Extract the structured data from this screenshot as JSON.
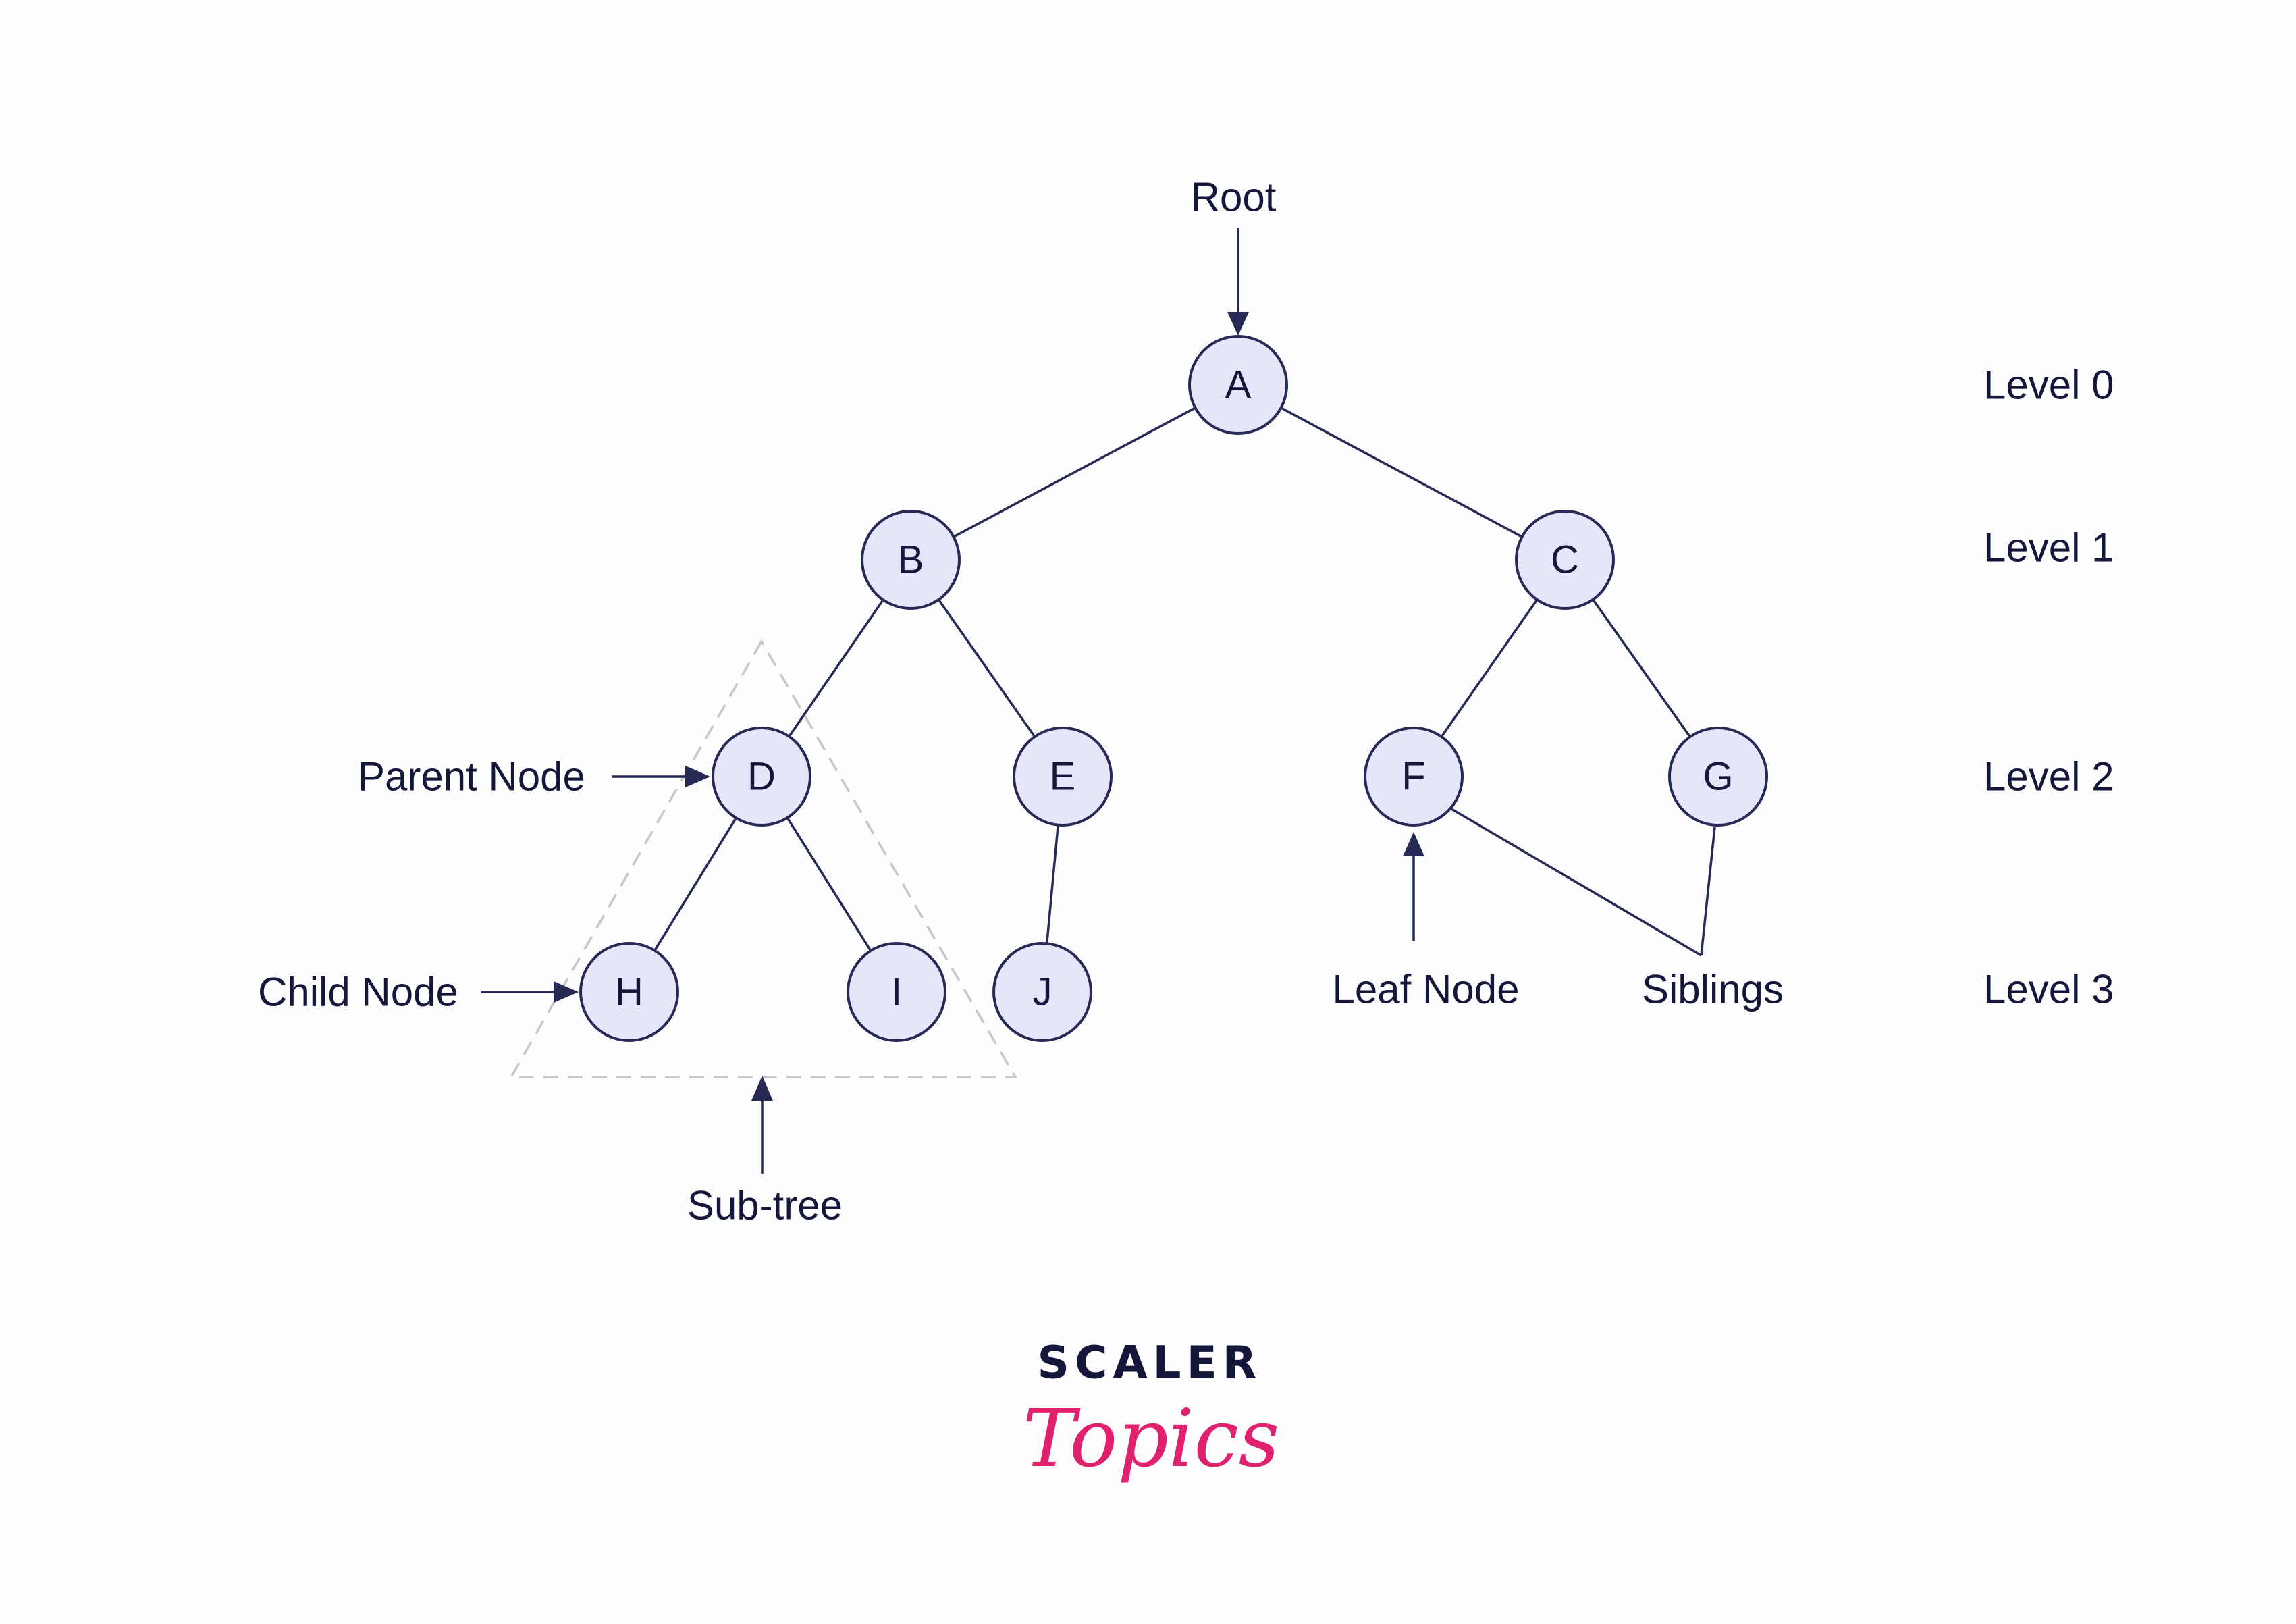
{
  "nodes": [
    {
      "id": "A",
      "label": "A"
    },
    {
      "id": "B",
      "label": "B"
    },
    {
      "id": "C",
      "label": "C"
    },
    {
      "id": "D",
      "label": "D"
    },
    {
      "id": "E",
      "label": "E"
    },
    {
      "id": "F",
      "label": "F"
    },
    {
      "id": "G",
      "label": "G"
    },
    {
      "id": "H",
      "label": "H"
    },
    {
      "id": "I",
      "label": "I"
    },
    {
      "id": "J",
      "label": "J"
    }
  ],
  "edges": [
    [
      "A",
      "B"
    ],
    [
      "A",
      "C"
    ],
    [
      "B",
      "D"
    ],
    [
      "B",
      "E"
    ],
    [
      "C",
      "F"
    ],
    [
      "C",
      "G"
    ],
    [
      "D",
      "H"
    ],
    [
      "D",
      "I"
    ],
    [
      "E",
      "J"
    ]
  ],
  "annotations": {
    "root": "Root",
    "parent_node": "Parent Node",
    "child_node": "Child Node",
    "sub_tree": "Sub-tree",
    "leaf_node": "Leaf Node",
    "siblings": "Siblings"
  },
  "levels": [
    "Level 0",
    "Level 1",
    "Level 2",
    "Level 3"
  ],
  "brand": {
    "top": "SCALER",
    "bottom": "Topics"
  },
  "colors": {
    "node_fill": "#e6e6fa",
    "node_stroke": "#262a55",
    "text": "#14163a",
    "subtree_outline": "#c8c8c8",
    "brand_pink": "#e0226e"
  }
}
